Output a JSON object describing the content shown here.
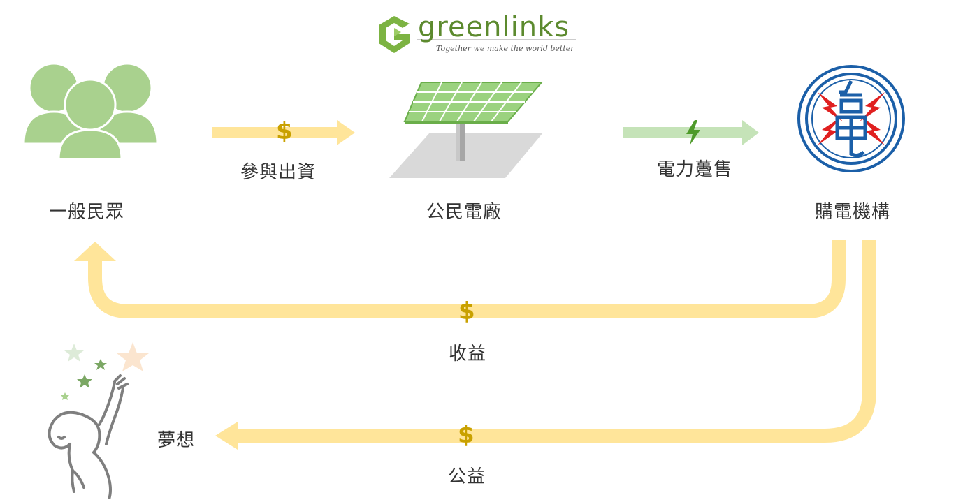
{
  "logo": {
    "brand": "greenlinks",
    "tagline": "Together we make the world better"
  },
  "nodes": {
    "public": "一般民眾",
    "plant": "公民電廠",
    "buyer": "購電機構"
  },
  "flows": {
    "invest": "參與出資",
    "sell": "電力躉售",
    "income": "收益",
    "charity": "公益",
    "dream": "夢想"
  },
  "symbols": {
    "currency": "$"
  },
  "colors": {
    "money_arrow": "#FFE59A",
    "power_arrow": "#C5E3B8",
    "dollar": "#C9A100",
    "people": "#A9D18E",
    "solar_panel": "#9BD27F",
    "utility_logo_blue": "#1B5FA8",
    "utility_logo_red": "#E02020"
  }
}
